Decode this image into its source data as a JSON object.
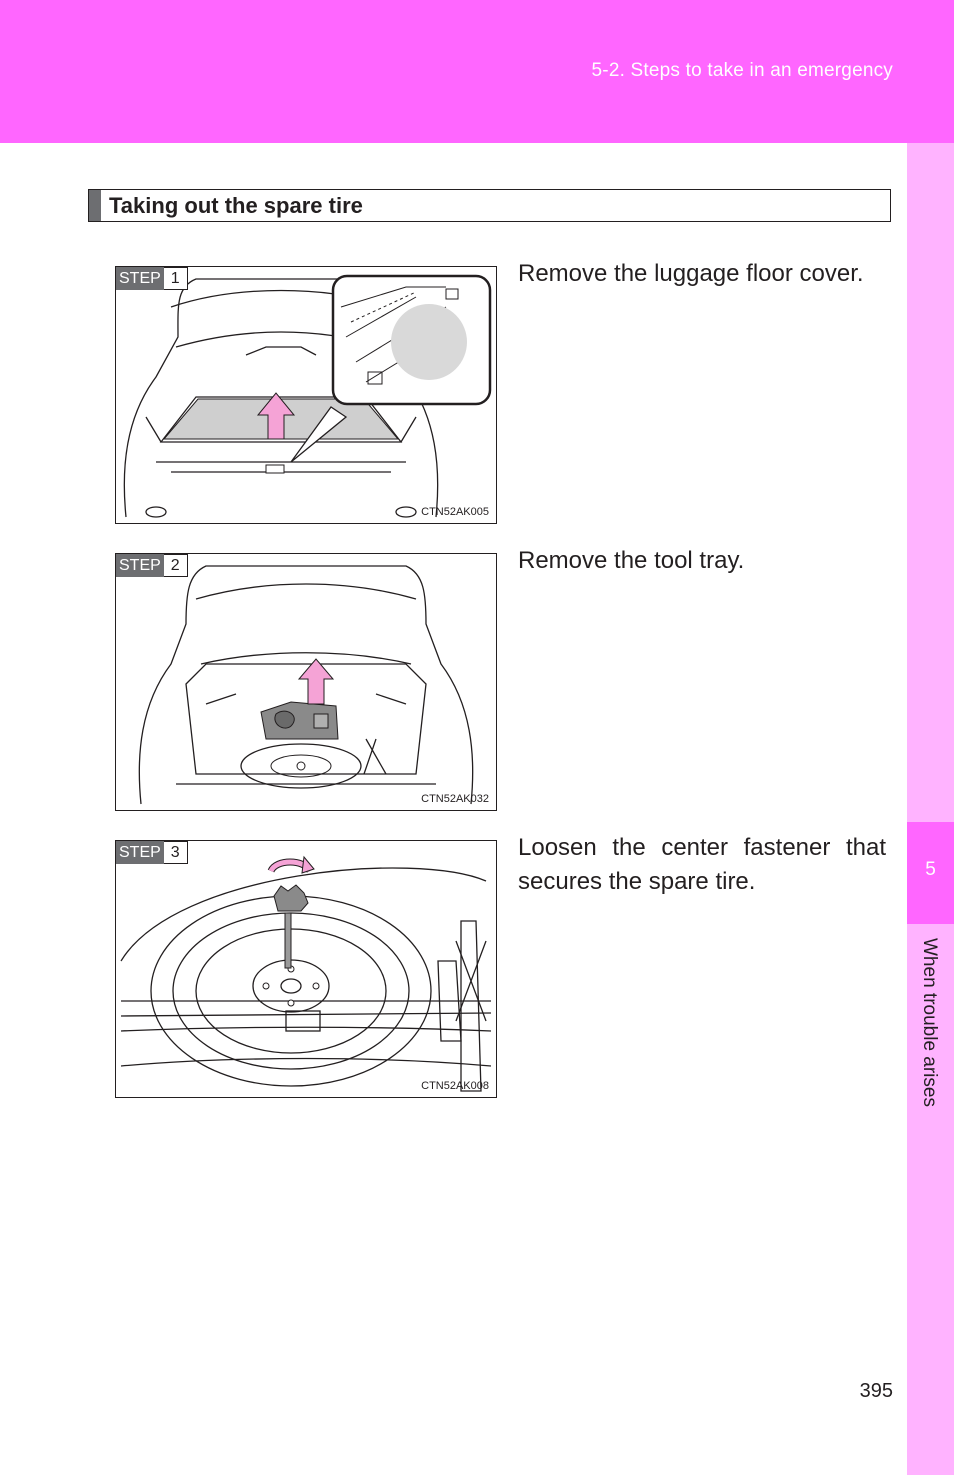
{
  "header": {
    "section": "5-2. Steps to take in an emergency"
  },
  "side_tab": {
    "chapter_number": "5",
    "chapter_title": "When trouble arises"
  },
  "subheading": "Taking out the spare tire",
  "steps": [
    {
      "tag": "STEP",
      "number": "1",
      "text": "Remove the luggage floor cover.",
      "figure_code": "CTN52AK005"
    },
    {
      "tag": "STEP",
      "number": "2",
      "text": "Remove the tool tray.",
      "figure_code": "CTN52AK032"
    },
    {
      "tag": "STEP",
      "number": "3",
      "text": "Loosen the center fastener that secures the spare tire.",
      "figure_code": "CTN52AK008"
    }
  ],
  "page_number": "395",
  "colors": {
    "header_pink": "#ff66ff",
    "side_tab_pink": "#ffb3ff",
    "arrow_pink": "#f5a3d6",
    "step_tag_gray": "#6d6e71"
  }
}
